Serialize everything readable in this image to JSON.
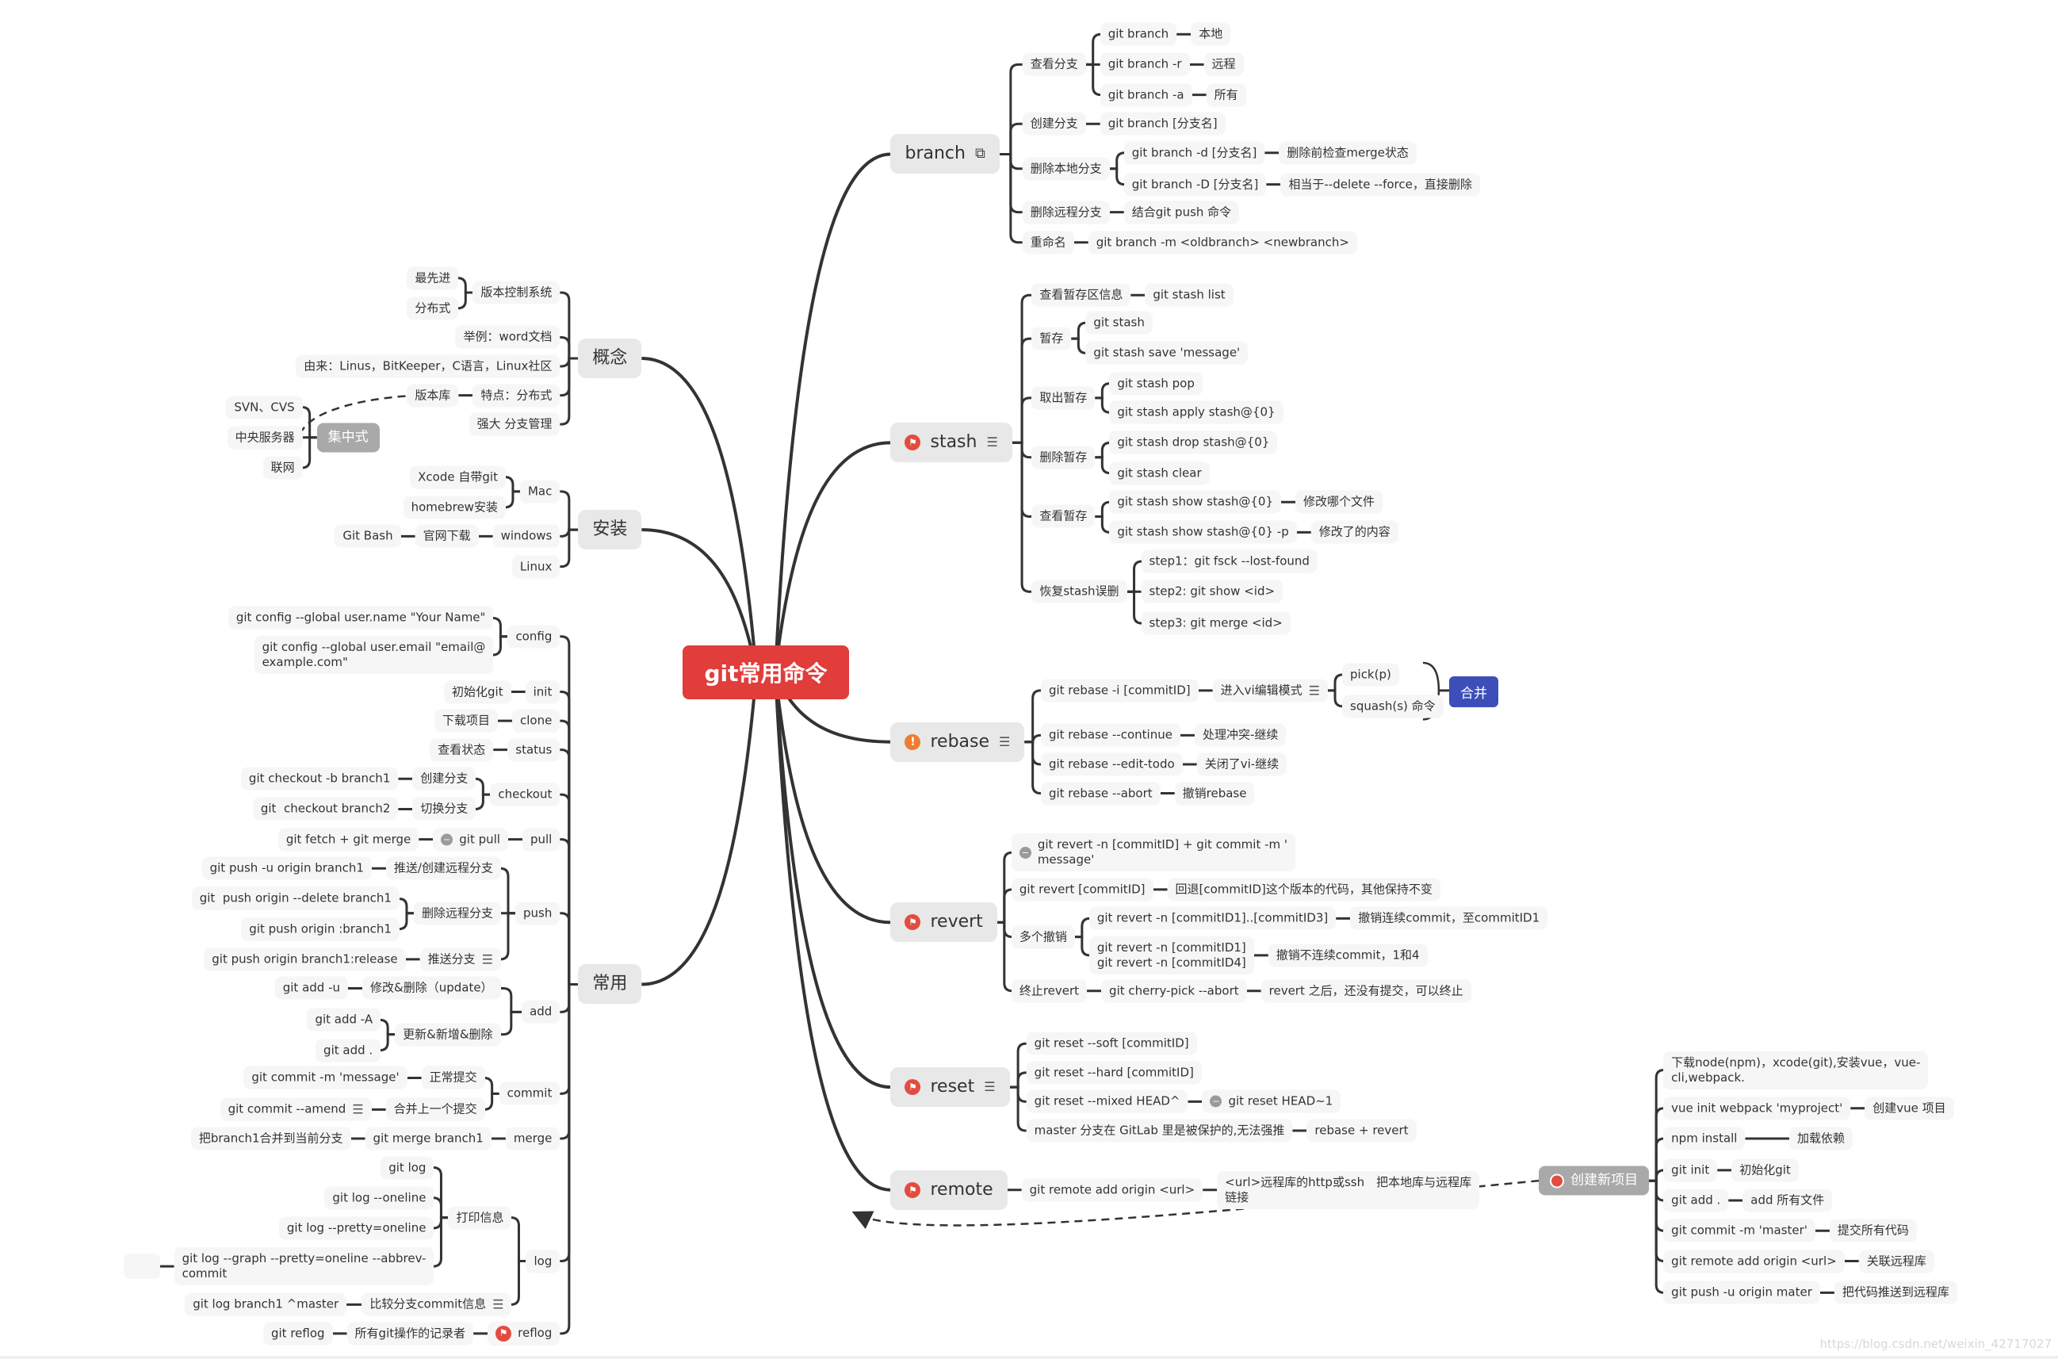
{
  "colors": {
    "root": "#e03d3b",
    "summary": "#3d4eb8",
    "flag": "#e24c3f",
    "warning": "#ef7c2f",
    "line": "#333333"
  },
  "map": {
    "root": "git常用命令",
    "right": [
      {
        "text": "branch",
        "trailing_icon": "external-link-icon",
        "children": [
          {
            "text": "查看分支",
            "children": [
              {
                "text": "git branch",
                "children": [
                  {
                    "text": "本地"
                  }
                ]
              },
              {
                "text": "git branch -r",
                "children": [
                  {
                    "text": "远程"
                  }
                ]
              },
              {
                "text": "git branch -a",
                "children": [
                  {
                    "text": "所有"
                  }
                ]
              }
            ]
          },
          {
            "text": "创建分支",
            "children": [
              {
                "text": "git branch [分支名]"
              }
            ]
          },
          {
            "text": "删除本地分支",
            "children": [
              {
                "text": "git branch -d [分支名]",
                "children": [
                  {
                    "text": "删除前检查merge状态"
                  }
                ]
              },
              {
                "text": "git branch -D [分支名]",
                "children": [
                  {
                    "text": "相当于--delete --force，直接删除"
                  }
                ]
              }
            ]
          },
          {
            "text": "删除远程分支",
            "children": [
              {
                "text": "结合git push 命令"
              }
            ]
          },
          {
            "text": "重命名",
            "children": [
              {
                "text": "git branch -m <oldbranch> <newbranch>"
              }
            ]
          }
        ]
      },
      {
        "text": "stash",
        "icon": "flag-icon",
        "trailing_icon": "note-icon",
        "children": [
          {
            "text": "查看暂存区信息",
            "children": [
              {
                "text": "git stash list"
              }
            ]
          },
          {
            "text": "暂存",
            "children": [
              {
                "text": "git stash"
              },
              {
                "text": "git stash save 'message'"
              }
            ]
          },
          {
            "text": "取出暂存",
            "children": [
              {
                "text": "git stash pop"
              },
              {
                "text": "git stash apply stash@{0}"
              }
            ]
          },
          {
            "text": "删除暂存",
            "children": [
              {
                "text": "git stash drop stash@{0}"
              },
              {
                "text": "git stash clear"
              }
            ]
          },
          {
            "text": "查看暂存",
            "children": [
              {
                "text": "git stash show stash@{0}",
                "children": [
                  {
                    "text": "修改哪个文件"
                  }
                ]
              },
              {
                "text": "git stash show stash@{0} -p",
                "children": [
                  {
                    "text": "修改了的内容"
                  }
                ]
              }
            ]
          },
          {
            "text": "恢复stash误删",
            "children": [
              {
                "text": "step1：git fsck --lost-found"
              },
              {
                "text": "step2: git show <id>"
              },
              {
                "text": "step3: git merge <id>"
              }
            ]
          }
        ]
      },
      {
        "text": "rebase",
        "icon": "warning-icon",
        "trailing_icon": "note-icon",
        "children": [
          {
            "text": "git rebase -i [commitID]",
            "children": [
              {
                "text": "进入vi编辑模式",
                "trailing_icon": "note-icon",
                "children": [
                  {
                    "text": "pick(p)"
                  },
                  {
                    "text": "squash(s) 命令"
                  }
                ]
              }
            ]
          },
          {
            "text": "git rebase --continue",
            "children": [
              {
                "text": "处理冲突-继续"
              }
            ]
          },
          {
            "text": "git rebase --edit-todo",
            "children": [
              {
                "text": "关闭了vi-继续"
              }
            ]
          },
          {
            "text": "git rebase --abort",
            "children": [
              {
                "text": "撤销rebase"
              }
            ]
          }
        ]
      },
      {
        "text": "revert",
        "icon": "flag-icon",
        "children": [
          {
            "text": "git revert -n [commitID] + git commit -m '\nmessage'",
            "icon": "minus-circle-icon"
          },
          {
            "text": "git revert [commitID]",
            "children": [
              {
                "text": "回退[commitID]这个版本的代码，其他保持不变"
              }
            ]
          },
          {
            "text": "多个撤销",
            "children": [
              {
                "text": "git revert -n [commitID1]..[commitID3]",
                "children": [
                  {
                    "text": "撤销连续commit，至commitID1"
                  }
                ]
              },
              {
                "text": "git revert -n [commitID1]\ngit revert -n [commitID4]",
                "children": [
                  {
                    "text": "撤销不连续commit，1和4"
                  }
                ]
              }
            ]
          },
          {
            "text": "终止revert",
            "children": [
              {
                "text": "git cherry-pick --abort",
                "children": [
                  {
                    "text": "revert 之后，还没有提交，可以终止"
                  }
                ]
              }
            ]
          }
        ]
      },
      {
        "text": "reset",
        "icon": "flag-icon",
        "trailing_icon": "note-icon",
        "children": [
          {
            "text": "git reset --soft [commitID]"
          },
          {
            "text": "git reset --hard [commitID]"
          },
          {
            "text": "git reset --mixed HEAD^",
            "children": [
              {
                "text": "git reset HEAD~1",
                "icon": "minus-circle-icon"
              }
            ]
          },
          {
            "text": "master 分支在 GitLab 里是被保护的,无法强推",
            "children": [
              {
                "text": "rebase + revert"
              }
            ]
          }
        ]
      },
      {
        "text": "remote",
        "icon": "flag-icon",
        "children": [
          {
            "text": "git remote add origin <url>",
            "children": [
              {
                "text": "<url>远程库的http或ssh　把本地库与远程库\n链接"
              }
            ]
          }
        ]
      }
    ],
    "left": [
      {
        "text": "概念",
        "children": [
          {
            "text": "版本控制系统",
            "children": [
              {
                "text": "最先进"
              },
              {
                "text": "分布式"
              }
            ]
          },
          {
            "text": "举例：word文档"
          },
          {
            "text": "由来：Linus，BitKeeper，C语言，Linux社区"
          },
          {
            "text": "特点：分布式",
            "children": [
              {
                "text": "版本库"
              }
            ]
          },
          {
            "text": "强大 分支管理"
          }
        ]
      },
      {
        "text": "安装",
        "children": [
          {
            "text": "Mac",
            "children": [
              {
                "text": "Xcode 自带git"
              },
              {
                "text": "homebrew安装"
              }
            ]
          },
          {
            "text": "windows",
            "children": [
              {
                "text": "官网下载",
                "children": [
                  {
                    "text": "Git Bash"
                  }
                ]
              }
            ]
          },
          {
            "text": "Linux"
          }
        ]
      },
      {
        "text": "常用",
        "children": [
          {
            "text": "config",
            "children": [
              {
                "text": "git config --global user.name \"Your Name\""
              },
              {
                "text": "git config --global user.email \"email@\nexample.com\""
              }
            ]
          },
          {
            "text": "init",
            "children": [
              {
                "text": "初始化git"
              }
            ]
          },
          {
            "text": "clone",
            "children": [
              {
                "text": "下载项目"
              }
            ]
          },
          {
            "text": "status",
            "children": [
              {
                "text": "查看状态"
              }
            ]
          },
          {
            "text": "checkout",
            "children": [
              {
                "text": "创建分支",
                "children": [
                  {
                    "text": "git checkout -b branch1"
                  }
                ]
              },
              {
                "text": "切换分支",
                "children": [
                  {
                    "text": "git  checkout branch2"
                  }
                ]
              }
            ]
          },
          {
            "text": "pull",
            "children": [
              {
                "text": "git pull",
                "icon": "minus-circle-icon",
                "children": [
                  {
                    "text": "git fetch + git merge"
                  }
                ]
              }
            ]
          },
          {
            "text": "push",
            "children": [
              {
                "text": "推送/创建远程分支",
                "children": [
                  {
                    "text": "git push -u origin branch1"
                  }
                ]
              },
              {
                "text": "删除远程分支",
                "children": [
                  {
                    "text": "git  push origin --delete branch1"
                  },
                  {
                    "text": "git push origin :branch1"
                  }
                ]
              },
              {
                "text": "推送分支",
                "trailing_icon": "note-icon",
                "children": [
                  {
                    "text": "git push origin branch1:release"
                  }
                ]
              }
            ]
          },
          {
            "text": "add",
            "children": [
              {
                "text": "修改&删除（update）",
                "children": [
                  {
                    "text": "git add -u"
                  }
                ]
              },
              {
                "text": "更新&新增&删除",
                "children": [
                  {
                    "text": "git add -A"
                  },
                  {
                    "text": "git add ."
                  }
                ]
              }
            ]
          },
          {
            "text": "commit",
            "children": [
              {
                "text": "正常提交",
                "children": [
                  {
                    "text": "git commit -m 'message'"
                  }
                ]
              },
              {
                "text": "合并上一个提交",
                "children": [
                  {
                    "text": "git commit --amend",
                    "trailing_icon": "note-icon"
                  }
                ]
              }
            ]
          },
          {
            "text": "merge",
            "children": [
              {
                "text": "git merge branch1",
                "children": [
                  {
                    "text": "把branch1合并到当前分支"
                  }
                ]
              }
            ]
          },
          {
            "text": "log",
            "children": [
              {
                "text": "打印信息",
                "children": [
                  {
                    "text": "git log"
                  },
                  {
                    "text": "git log --oneline"
                  },
                  {
                    "text": "git log --pretty=oneline"
                  },
                  {
                    "text": "git log --graph --pretty=oneline --abbrev-\ncommit",
                    "children": [
                      {
                        "text": ""
                      }
                    ]
                  }
                ]
              },
              {
                "text": "比较分支commit信息",
                "trailing_icon": "note-icon",
                "children": [
                  {
                    "text": "git log branch1 ^master"
                  }
                ]
              }
            ]
          },
          {
            "text": "reflog",
            "icon": "flag-icon",
            "children": [
              {
                "text": "所有git操作的记录者",
                "children": [
                  {
                    "text": "git reflog"
                  }
                ]
              }
            ]
          }
        ]
      }
    ],
    "floating": [
      {
        "text": "集中式",
        "side": "left",
        "children": [
          {
            "text": "SVN、CVS"
          },
          {
            "text": "中央服务器"
          },
          {
            "text": "联网"
          }
        ]
      },
      {
        "text": "创建新项目",
        "side": "right",
        "icon": "red-dot-icon",
        "children": [
          {
            "text": "下载node(npm)，xcode(git),安装vue，vue-\ncli,webpack."
          },
          {
            "text": "vue init webpack 'myproject'",
            "children": [
              {
                "text": "创建vue 项目"
              }
            ]
          },
          {
            "text": "npm install",
            "children": [
              {
                "text": "加载依赖"
              }
            ]
          },
          {
            "text": "git init",
            "children": [
              {
                "text": "初始化git"
              }
            ]
          },
          {
            "text": "git add .",
            "children": [
              {
                "text": "add 所有文件"
              }
            ]
          },
          {
            "text": "git commit -m 'master'",
            "children": [
              {
                "text": "提交所有代码"
              }
            ]
          },
          {
            "text": "git remote add origin <url>",
            "children": [
              {
                "text": "关联远程库"
              }
            ]
          },
          {
            "text": "git push -u origin mater",
            "children": [
              {
                "text": "把代码推送到远程库"
              }
            ]
          }
        ]
      }
    ],
    "rebase_summary": "合并"
  },
  "watermark": "https://blog.csdn.net/weixin_42717027"
}
